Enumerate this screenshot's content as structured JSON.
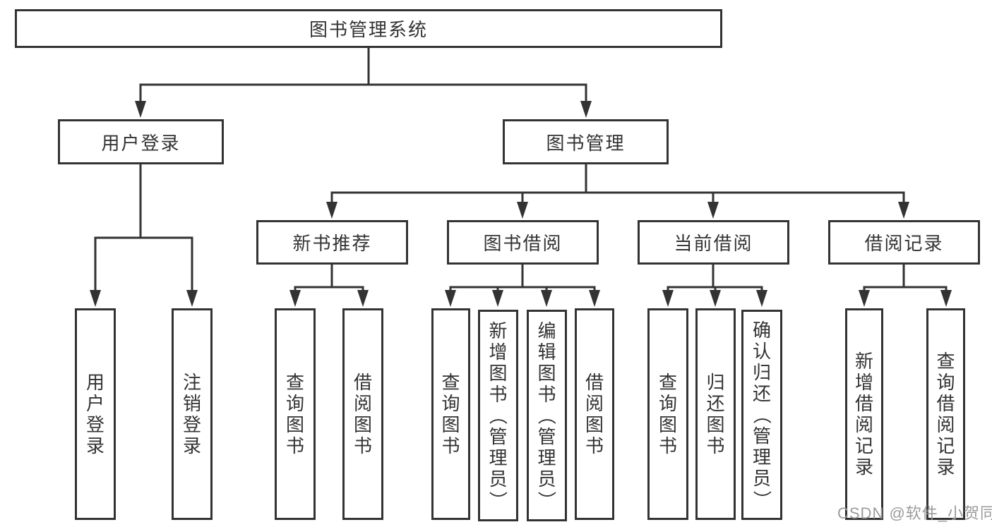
{
  "diagram": {
    "root": {
      "label": "图书管理系统"
    },
    "level2": [
      {
        "label": "用户登录",
        "children": [
          {
            "label": "用户登录"
          },
          {
            "label": "注销登录"
          }
        ]
      },
      {
        "label": "图书管理",
        "children": [
          {
            "label": "新书推荐",
            "children": [
              {
                "label": "查询图书"
              },
              {
                "label": "借阅图书"
              }
            ]
          },
          {
            "label": "图书借阅",
            "children": [
              {
                "label": "查询图书"
              },
              {
                "label": "新增图书（管理员）"
              },
              {
                "label": "编辑图书（管理员）"
              },
              {
                "label": "借阅图书"
              }
            ]
          },
          {
            "label": "当前借阅",
            "children": [
              {
                "label": "查询图书"
              },
              {
                "label": "归还图书"
              },
              {
                "label": "确认归还（管理员）"
              }
            ]
          },
          {
            "label": "借阅记录",
            "children": [
              {
                "label": "新增借阅记录"
              },
              {
                "label": "查询借阅记录"
              }
            ]
          }
        ]
      }
    ]
  },
  "watermark": {
    "text": "CSDN @软件_小贺同学"
  },
  "colors": {
    "line": "#333333",
    "box_background": "#ffffff",
    "text": "#333333",
    "watermark": "#9b9b9b"
  }
}
